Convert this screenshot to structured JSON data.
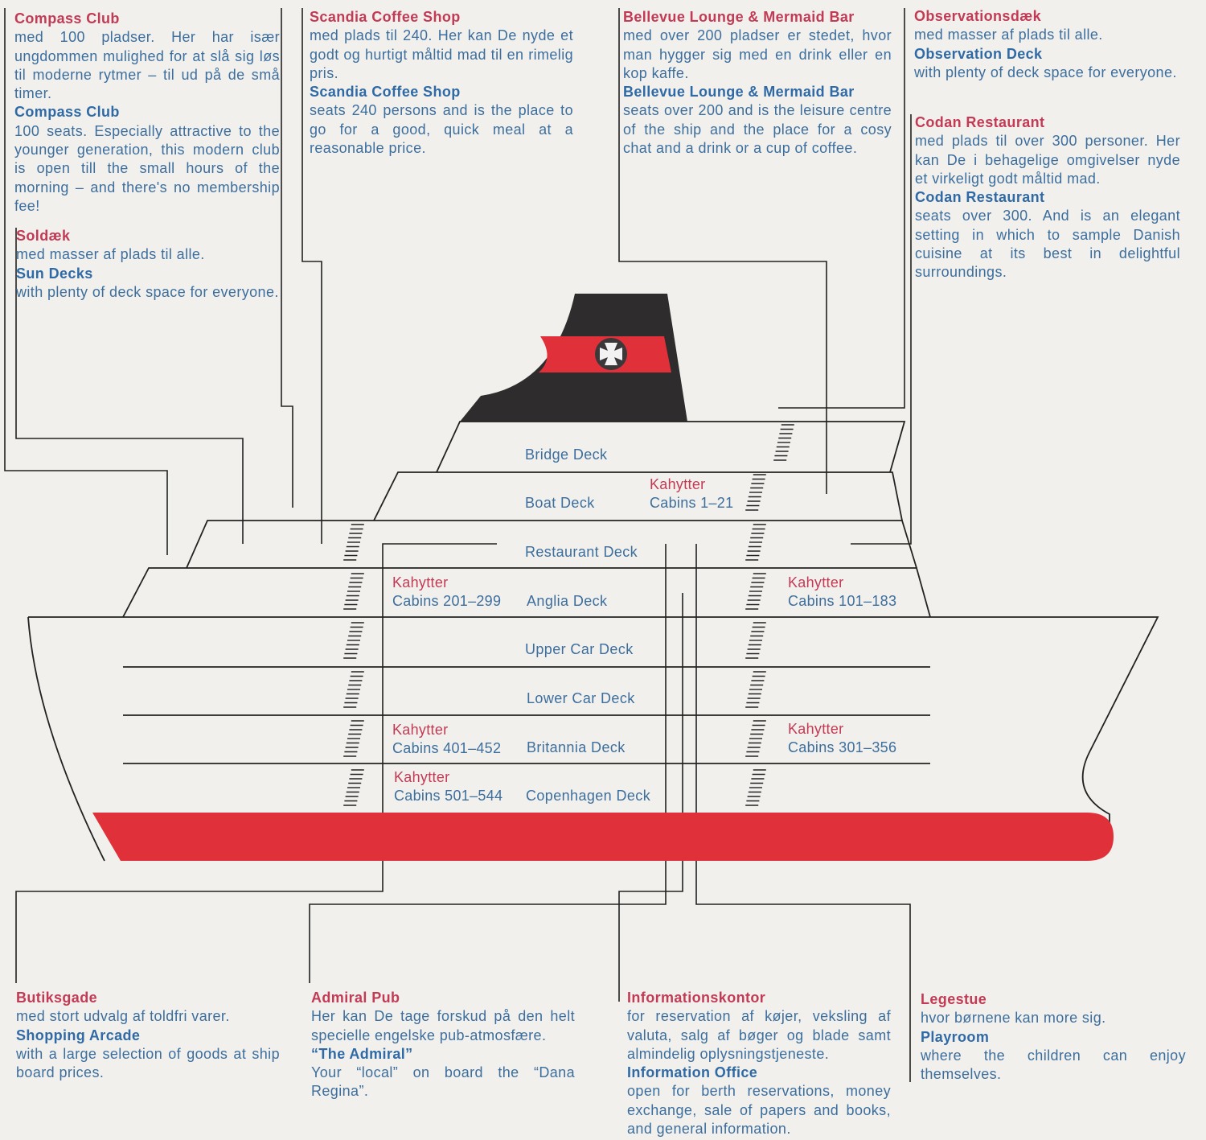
{
  "blocks": {
    "compass": {
      "h_da": "Compass Club",
      "t_da": "med 100 pladser. Her har især ungdommen mulighed for at slå sig løs til moderne rytmer – til ud på de små timer.",
      "h_en": "Compass Club",
      "t_en": "100 seats. Especially attractive to the younger generation, this modern club is open till the small hours of the morning – and there's no membership fee!"
    },
    "sun": {
      "h_da": "Soldæk",
      "t_da": "med masser af plads til alle.",
      "h_en": "Sun Decks",
      "t_en": "with plenty of deck space for everyone."
    },
    "scandia": {
      "h_da": "Scandia Coffee Shop",
      "t_da": "med plads til 240. Her kan De nyde et godt og hurtigt måltid mad til en rimelig pris.",
      "h_en": "Scandia Coffee Shop",
      "t_en": "seats 240 persons and is the place to go for a good, quick meal at a reasonable price."
    },
    "bellevue": {
      "h_da": "Bellevue Lounge & Mermaid Bar",
      "t_da": "med over 200 pladser er stedet, hvor man hygger sig med en drink eller en kop kaffe.",
      "h_en": "Bellevue Lounge & Mermaid Bar",
      "t_en": "seats over 200 and is the leisure centre of the ship and the place for a cosy chat and a drink or a cup of coffee."
    },
    "observation": {
      "h_da": "Observationsdæk",
      "t_da": "med masser af plads til alle.",
      "h_en": "Observation Deck",
      "t_en": "with plenty of deck space for everyone."
    },
    "codan": {
      "h_da": "Codan Restaurant",
      "t_da": "med plads til over 300 personer. Her kan De i behagelige omgivelser nyde et virkeligt godt måltid mad.",
      "h_en": "Codan Restaurant",
      "t_en": "seats over 300. And is an elegant setting in which to sample Danish cuisine at its best in delightful surroundings."
    },
    "shopping": {
      "h_da": "Butiksgade",
      "t_da": "med stort udvalg af toldfri varer.",
      "h_en": "Shopping Arcade",
      "t_en": "with a large selection of goods at ship board prices."
    },
    "pub": {
      "h_da": "Admiral Pub",
      "t_da": "Her kan De tage forskud på den helt specielle engelske pub-atmosfære.",
      "h_en": "“The Admiral”",
      "t_en": "Your “local” on board the “Dana Regina”."
    },
    "info": {
      "h_da": "Informationskontor",
      "t_da": "for reservation af køjer, veksling af valuta, salg af bøger og blade samt almindelig oplysningstjeneste.",
      "h_en": "Information Office",
      "t_en": "open for berth reservations, money exchange, sale of papers and books, and general information."
    },
    "play": {
      "h_da": "Legestue",
      "t_da": "hvor børnene kan more sig.",
      "h_en": "Playroom",
      "t_en": "where the children can enjoy themselves."
    }
  },
  "decks": [
    "Bridge Deck",
    "Boat Deck",
    "Restaurant Deck",
    "Anglia Deck",
    "Upper Car Deck",
    "Lower Car Deck",
    "Britannia Deck",
    "Copenhagen Deck"
  ],
  "cabins": [
    {
      "da": "Kahytter",
      "en": "Cabins 1–21"
    },
    {
      "da": "Kahytter",
      "en": "Cabins 201–299"
    },
    {
      "da": "Kahytter",
      "en": "Cabins 101–183"
    },
    {
      "da": "Kahytter",
      "en": "Cabins 401–452"
    },
    {
      "da": "Kahytter",
      "en": "Cabins 301–356"
    },
    {
      "da": "Kahytter",
      "en": "Cabins 501–544"
    }
  ],
  "colors": {
    "red": "#e0303a",
    "funnel": "#2e2c2c",
    "danish_heading": "#c33a55",
    "english_heading": "#2f6aa6",
    "text": "#3c6e9e"
  }
}
